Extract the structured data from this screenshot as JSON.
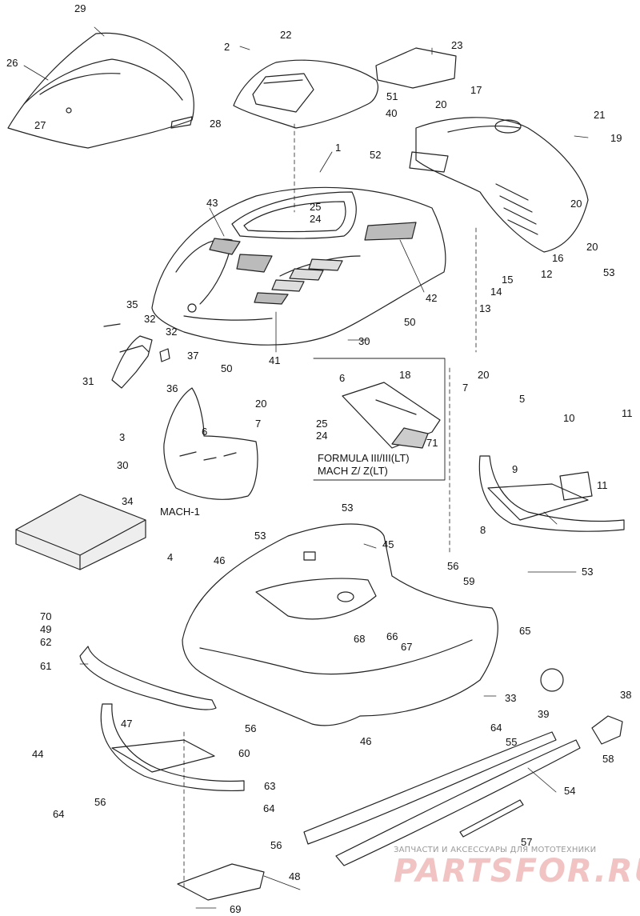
{
  "diagram": {
    "callouts": [
      {
        "id": "c29",
        "text": "29"
      },
      {
        "id": "c26",
        "text": "26"
      },
      {
        "id": "c27",
        "text": "27"
      },
      {
        "id": "c28",
        "text": "28"
      },
      {
        "id": "c2",
        "text": "2"
      },
      {
        "id": "c22",
        "text": "22"
      },
      {
        "id": "c23",
        "text": "23"
      },
      {
        "id": "c17",
        "text": "17"
      },
      {
        "id": "c51",
        "text": "51"
      },
      {
        "id": "c20a",
        "text": "20"
      },
      {
        "id": "c40",
        "text": "40"
      },
      {
        "id": "c21",
        "text": "21"
      },
      {
        "id": "c19",
        "text": "19"
      },
      {
        "id": "c1",
        "text": "1"
      },
      {
        "id": "c52",
        "text": "52"
      },
      {
        "id": "c20b",
        "text": "20"
      },
      {
        "id": "c20c",
        "text": "20"
      },
      {
        "id": "c43",
        "text": "43"
      },
      {
        "id": "c25a",
        "text": "25"
      },
      {
        "id": "c24a",
        "text": "24"
      },
      {
        "id": "c16",
        "text": "16"
      },
      {
        "id": "c53a",
        "text": "53"
      },
      {
        "id": "c12",
        "text": "12"
      },
      {
        "id": "c15",
        "text": "15"
      },
      {
        "id": "c14",
        "text": "14"
      },
      {
        "id": "c42",
        "text": "42"
      },
      {
        "id": "c13",
        "text": "13"
      },
      {
        "id": "c35",
        "text": "35"
      },
      {
        "id": "c32a",
        "text": "32"
      },
      {
        "id": "c32b",
        "text": "32"
      },
      {
        "id": "c50a",
        "text": "50"
      },
      {
        "id": "c30a",
        "text": "30"
      },
      {
        "id": "c37",
        "text": "37"
      },
      {
        "id": "c41",
        "text": "41"
      },
      {
        "id": "c50b",
        "text": "50"
      },
      {
        "id": "c6a",
        "text": "6"
      },
      {
        "id": "c18",
        "text": "18"
      },
      {
        "id": "c20d",
        "text": "20"
      },
      {
        "id": "c31",
        "text": "31"
      },
      {
        "id": "c36",
        "text": "36"
      },
      {
        "id": "c7a",
        "text": "7"
      },
      {
        "id": "c5",
        "text": "5"
      },
      {
        "id": "c20e",
        "text": "20"
      },
      {
        "id": "c10",
        "text": "10"
      },
      {
        "id": "c11a",
        "text": "11"
      },
      {
        "id": "c7b",
        "text": "7"
      },
      {
        "id": "c3",
        "text": "3"
      },
      {
        "id": "c6b",
        "text": "6"
      },
      {
        "id": "c25b",
        "text": "25"
      },
      {
        "id": "c24b",
        "text": "24"
      },
      {
        "id": "c71",
        "text": "71"
      },
      {
        "id": "c9",
        "text": "9"
      },
      {
        "id": "c11b",
        "text": "11"
      },
      {
        "id": "c30b",
        "text": "30"
      },
      {
        "id": "c34",
        "text": "34"
      },
      {
        "id": "c53b",
        "text": "53"
      },
      {
        "id": "c8",
        "text": "8"
      },
      {
        "id": "c53c",
        "text": "53"
      },
      {
        "id": "c45",
        "text": "45"
      },
      {
        "id": "c4",
        "text": "4"
      },
      {
        "id": "c46a",
        "text": "46"
      },
      {
        "id": "c56a",
        "text": "56"
      },
      {
        "id": "c59",
        "text": "59"
      },
      {
        "id": "c53d",
        "text": "53"
      },
      {
        "id": "c70",
        "text": "70"
      },
      {
        "id": "c49",
        "text": "49"
      },
      {
        "id": "c62",
        "text": "62"
      },
      {
        "id": "c68",
        "text": "68"
      },
      {
        "id": "c66",
        "text": "66"
      },
      {
        "id": "c67",
        "text": "67"
      },
      {
        "id": "c65",
        "text": "65"
      },
      {
        "id": "c61",
        "text": "61"
      },
      {
        "id": "c33",
        "text": "33"
      },
      {
        "id": "c38",
        "text": "38"
      },
      {
        "id": "c47",
        "text": "47"
      },
      {
        "id": "c56b",
        "text": "56"
      },
      {
        "id": "c39",
        "text": "39"
      },
      {
        "id": "c64a",
        "text": "64"
      },
      {
        "id": "c55",
        "text": "55"
      },
      {
        "id": "c46b",
        "text": "46"
      },
      {
        "id": "c44",
        "text": "44"
      },
      {
        "id": "c60",
        "text": "60"
      },
      {
        "id": "c58",
        "text": "58"
      },
      {
        "id": "c63",
        "text": "63"
      },
      {
        "id": "c54",
        "text": "54"
      },
      {
        "id": "c56c",
        "text": "56"
      },
      {
        "id": "c64b",
        "text": "64"
      },
      {
        "id": "c64c",
        "text": "64"
      },
      {
        "id": "c57",
        "text": "57"
      },
      {
        "id": "c56d",
        "text": "56"
      },
      {
        "id": "c48",
        "text": "48"
      },
      {
        "id": "c69",
        "text": "69"
      }
    ],
    "captions": {
      "mach1": "MACH-1",
      "formula_line1": "FORMULA III/III(LT)",
      "formula_line2": "MACH Z/ Z(LT)"
    },
    "watermark": {
      "small": "ЗАПЧАСТИ И АКСЕССУАРЫ ДЛЯ МОТОТЕХНИКИ",
      "brand": "PARTSFOR.RU"
    }
  }
}
